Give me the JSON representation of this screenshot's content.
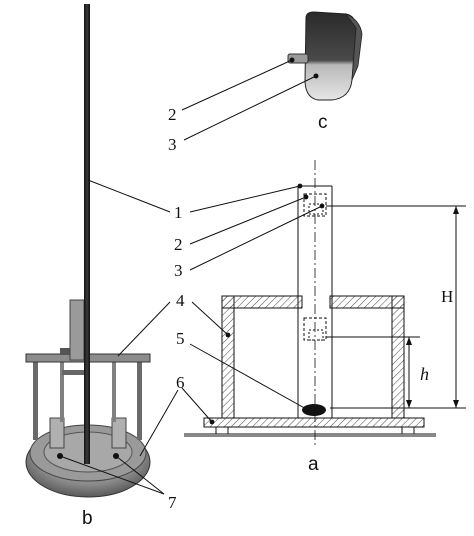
{
  "panels": {
    "a": {
      "caption": "a"
    },
    "b": {
      "caption": "b"
    },
    "c": {
      "caption": "c"
    }
  },
  "callouts": {
    "c_2": "2",
    "c_3": "3",
    "a_1": "1",
    "a_2": "2",
    "a_3": "3",
    "a_4": "4",
    "a_5": "5",
    "a_6": "6",
    "b_7": "7"
  },
  "dimensions": {
    "H": "H",
    "h": "h"
  },
  "colors": {
    "line": "#111111",
    "hatch": "#555555",
    "photo_dark": "#222222",
    "photo_mid": "#7a7a7a",
    "photo_light": "#c8c8c8"
  }
}
